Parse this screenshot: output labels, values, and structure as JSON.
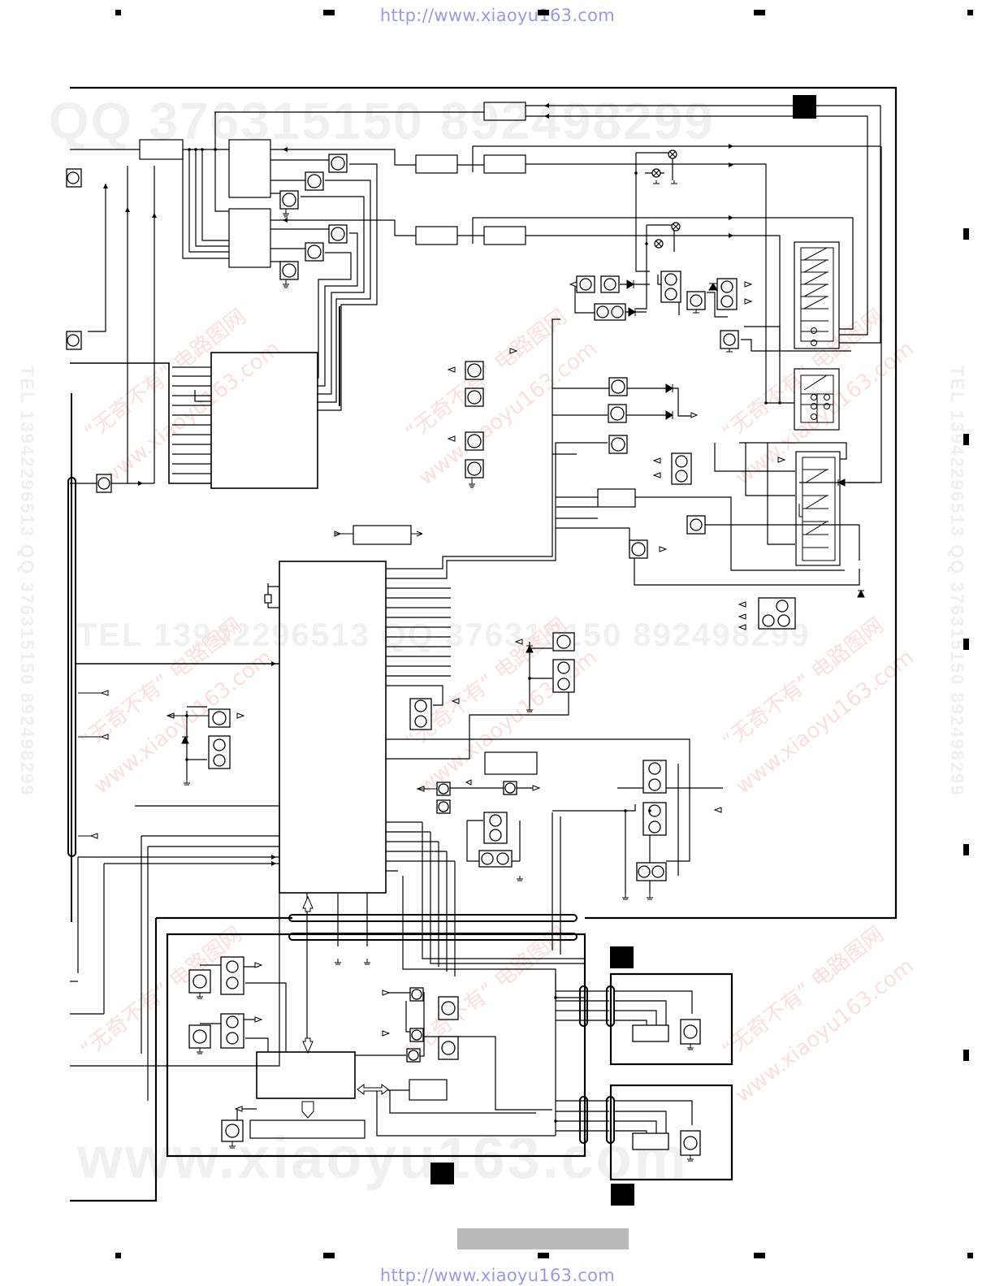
{
  "header": {
    "url": "http://www.xiaoyu163.com"
  },
  "footer": {
    "url": "http://www.xiaoyu163.com"
  },
  "watermarks": {
    "qq_line": "QQ 376315150   892498299",
    "tel_line": "TEL 13942296513   QQ 376315150   892498299",
    "www_line": "www.xiaoyu163.com",
    "diagonal_cn": "“无奇不有” 电路图网",
    "diagonal_url": "www.xiaoyu163.com",
    "vertical": "TEL 13942296513   QQ 376315150   892498299"
  },
  "colors": {
    "ink": "#000000",
    "link": "#9a9ae0",
    "watermark_red": "#fbdede",
    "page_bar": "#b9b9b9"
  }
}
